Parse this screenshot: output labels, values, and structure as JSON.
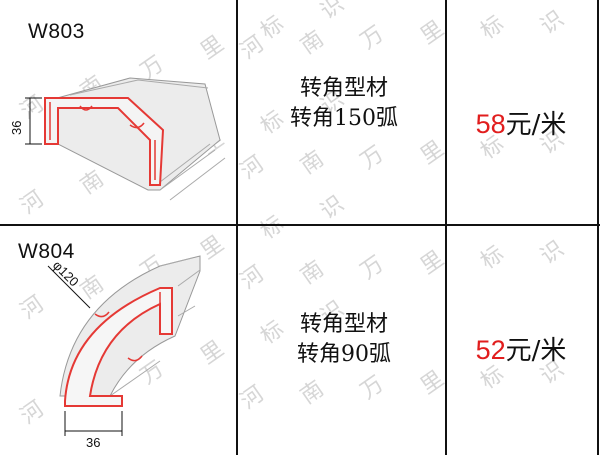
{
  "rows": [
    {
      "code": "W803",
      "desc_line1": "转角型材",
      "desc_line2": "转角150弧",
      "price_number": "58",
      "price_unit": "元/米",
      "dimension_label": "36"
    },
    {
      "code": "W804",
      "desc_line1": "转角型材",
      "desc_line2": "转角90弧",
      "price_number": "52",
      "price_unit": "元/米",
      "dimension_label": "36",
      "diameter_label": "φ120"
    }
  ],
  "watermark": [
    "河",
    "南",
    "万",
    "里",
    "标",
    "识"
  ],
  "colors": {
    "price_number": "#e11d1d",
    "profile_outline": "#e53935",
    "profile_fill": "#e8e8e8",
    "grid_line": "#111111",
    "watermark": "#c9c9c9"
  }
}
